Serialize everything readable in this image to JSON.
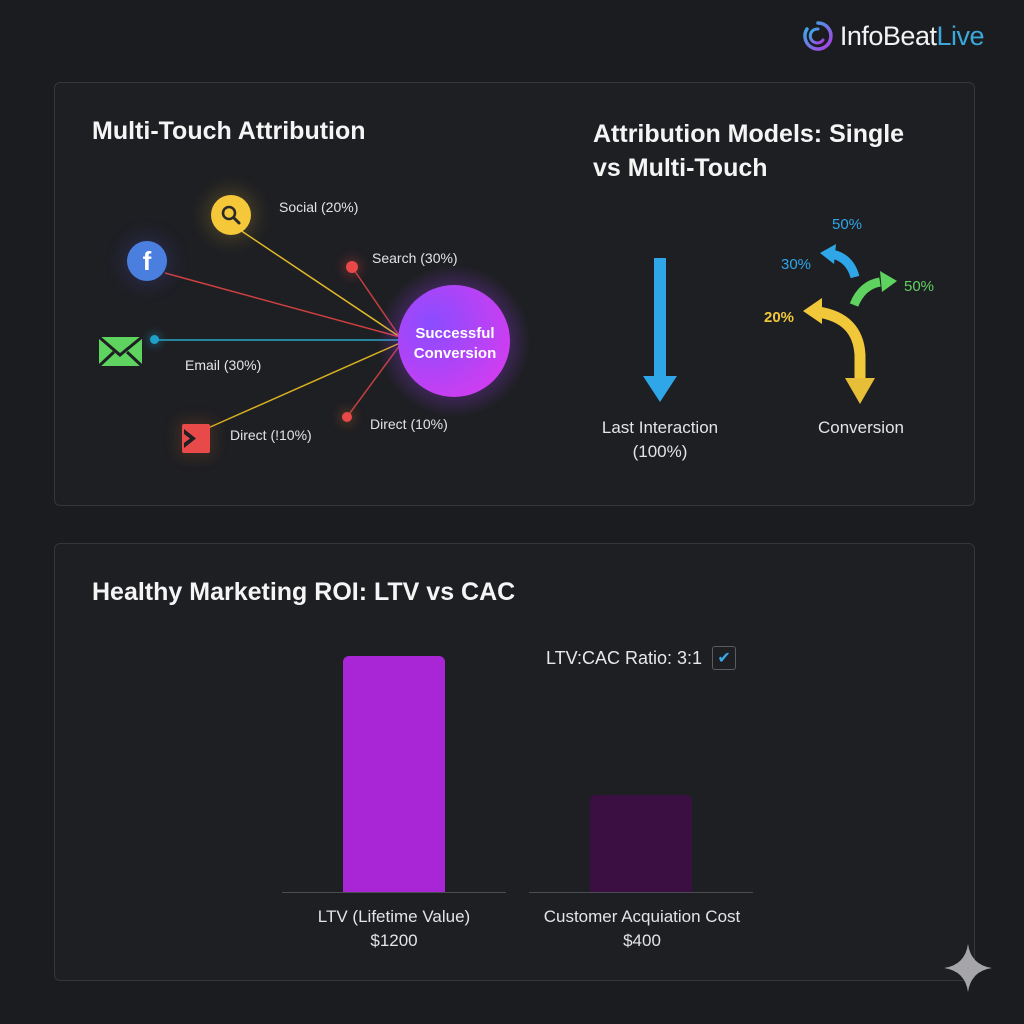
{
  "brand": {
    "name_part1": "InfoBeat",
    "name_part2": "Live",
    "accent": "#3aa8d8"
  },
  "multi_touch": {
    "title": "Multi-Touch Attribution",
    "center_node": {
      "line1": "Successful",
      "line2": "Conversion"
    },
    "channels": [
      {
        "icon": "search-icon",
        "label": "Social (20%)",
        "color": "#f5c518"
      },
      {
        "icon": "facebook-icon",
        "label": "",
        "color": "#e04848"
      },
      {
        "icon": "search-dot",
        "label": "Search (30%)",
        "color": "#e04848"
      },
      {
        "icon": "email-icon",
        "label": "Email (30%)",
        "color": "#2aa5c8"
      },
      {
        "icon": "direct-icon",
        "label": "Direct (!10%)",
        "color": "#e0b020"
      },
      {
        "icon": "direct-dot",
        "label": "Direct (10%)",
        "color": "#e04848"
      }
    ]
  },
  "models": {
    "title_line1": "Attribution Models: Single",
    "title_line2": "vs Multi-Touch",
    "single": {
      "label_line1": "Last Interaction",
      "label_line2": "(100%)",
      "color": "#2ea6e8"
    },
    "multi": {
      "label": "Conversion",
      "pcts": [
        {
          "value": "50%",
          "color": "#2ea6e8"
        },
        {
          "value": "30%",
          "color": "#2ea6e8"
        },
        {
          "value": "50%",
          "color": "#5fd35f"
        },
        {
          "value": "20%",
          "color": "#f5c83a"
        }
      ]
    }
  },
  "roi": {
    "title": "Healthy Marketing ROI: LTV vs CAC",
    "ratio_label": "LTV:CAC Ratio: 3:1",
    "ratio_checked": "✔",
    "bars": [
      {
        "label": "LTV (Lifetime Value)",
        "value_label": "$1200",
        "color": "#a826d6"
      },
      {
        "label": "Customer Acquiation Cost",
        "value_label": "$400",
        "color": "#3c0f42"
      }
    ]
  },
  "chart_data": [
    {
      "type": "bar",
      "title": "Healthy Marketing ROI: LTV vs CAC",
      "categories": [
        "LTV (Lifetime Value)",
        "Customer Acquiation Cost"
      ],
      "values": [
        1200,
        400
      ],
      "value_labels": [
        "$1200",
        "$400"
      ],
      "annotations": [
        "LTV:CAC Ratio: 3:1"
      ],
      "xlabel": "",
      "ylabel": "",
      "grid": false
    },
    {
      "type": "diagram",
      "title": "Multi-Touch Attribution",
      "nodes": [
        "Social (20%)",
        "Search (30%)",
        "Email (30%)",
        "Direct (!10%)",
        "Direct (10%)"
      ],
      "target": "Successful Conversion"
    },
    {
      "type": "diagram",
      "title": "Attribution Models: Single vs Multi-Touch",
      "single_touch": {
        "label": "Last Interaction",
        "value": 100
      },
      "multi_touch": {
        "label": "Conversion",
        "values": [
          "50%",
          "30%",
          "50%",
          "20%"
        ]
      }
    }
  ]
}
